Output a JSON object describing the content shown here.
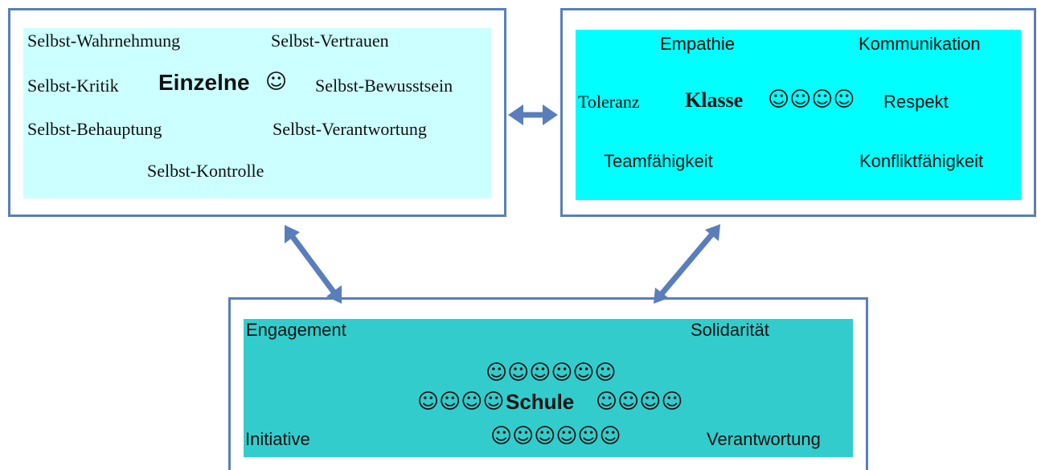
{
  "colors": {
    "border": "#5a7ebc",
    "arrow": "#5a7ebc",
    "einzelne_panel": "#ccffff",
    "klasse_panel": "#00ffff",
    "schule_panel": "#33cccc"
  },
  "einzelne": {
    "title": "Einzelne",
    "smileys": "☺",
    "items": [
      "Selbst-Wahrnehmung",
      "Selbst-Vertrauen",
      "Selbst-Kritik",
      "Selbst-Bewusstsein",
      "Selbst-Behauptung",
      "Selbst-Verantwortung",
      "Selbst-Kontrolle"
    ]
  },
  "klasse": {
    "title": "Klasse",
    "smileys": "☺☺☺☺",
    "items": [
      "Empathie",
      "Kommunikation",
      "Toleranz",
      "Respekt",
      "Teamfähigkeit",
      "Konfliktfähigkeit"
    ]
  },
  "schule": {
    "title": "Schule",
    "smileys_top": "☺☺☺☺☺☺",
    "smileys_left": "☺☺☺☺",
    "smileys_right": "☺☺☺☺",
    "smileys_bottom": "☺☺☺☺☺☺",
    "items": [
      "Engagement",
      "Solidarität",
      "Initiative",
      "Verantwortung"
    ]
  },
  "arrows": [
    {
      "from": "einzelne",
      "to": "klasse"
    },
    {
      "from": "einzelne",
      "to": "schule"
    },
    {
      "from": "klasse",
      "to": "schule"
    }
  ]
}
